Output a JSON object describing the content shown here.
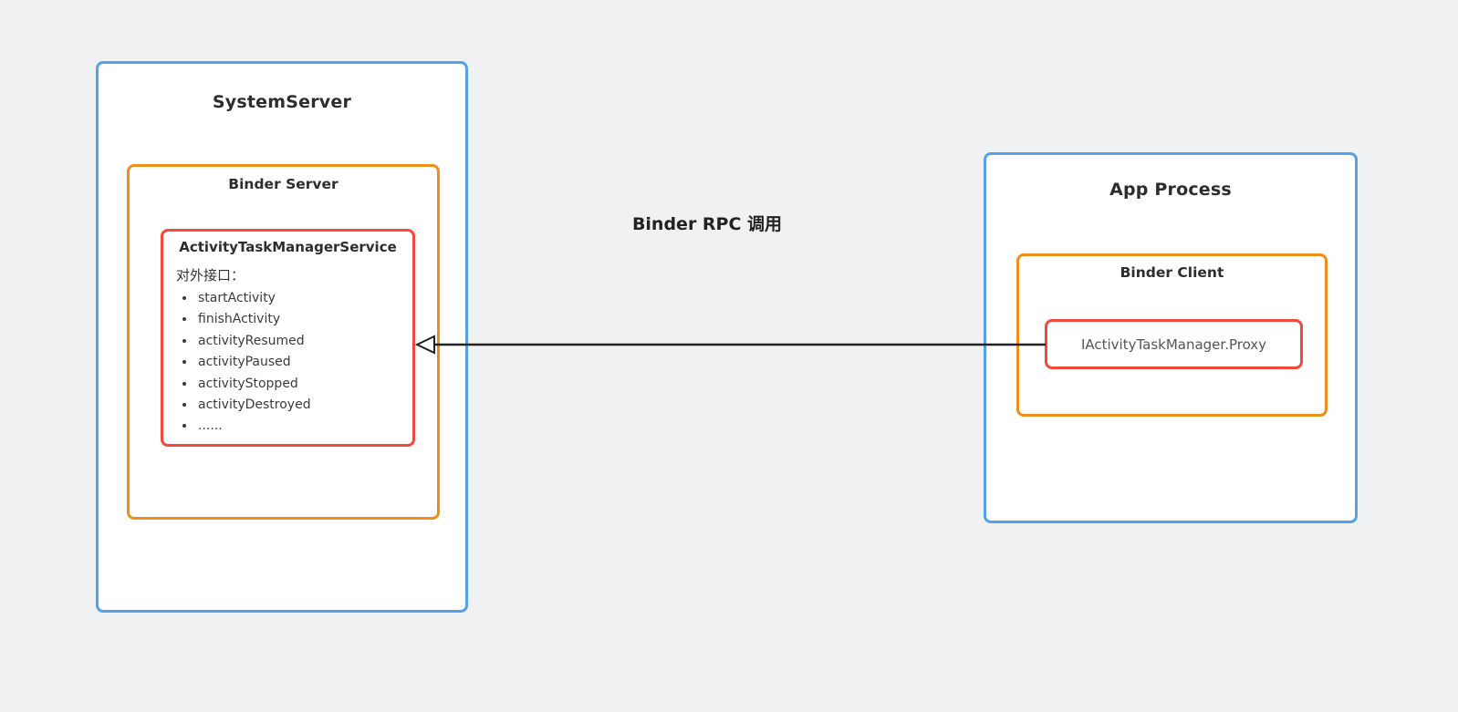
{
  "diagram": {
    "system_server": {
      "title": "SystemServer",
      "binder_server": {
        "title": "Binder Server",
        "service": {
          "title": "ActivityTaskManagerService",
          "interfaces_label": "对外接口：",
          "interfaces": [
            "startActivity",
            "finishActivity",
            "activityResumed",
            "activityPaused",
            "activityStopped",
            "activityDestroyed",
            "......"
          ]
        }
      }
    },
    "app_process": {
      "title": "App Process",
      "binder_client": {
        "title": "Binder Client",
        "proxy_label": "IActivityTaskManager.Proxy"
      }
    },
    "connection": {
      "label": "Binder RPC 调用",
      "arrow_direction": "right-to-left"
    },
    "colors": {
      "process_box_border": "#54a0ec",
      "binder_box_border": "#ef8f1a",
      "service_box_border": "#f5483a",
      "box_fill": "#ffffff",
      "arrow": "#222222",
      "background": "#f0f1f3"
    }
  }
}
